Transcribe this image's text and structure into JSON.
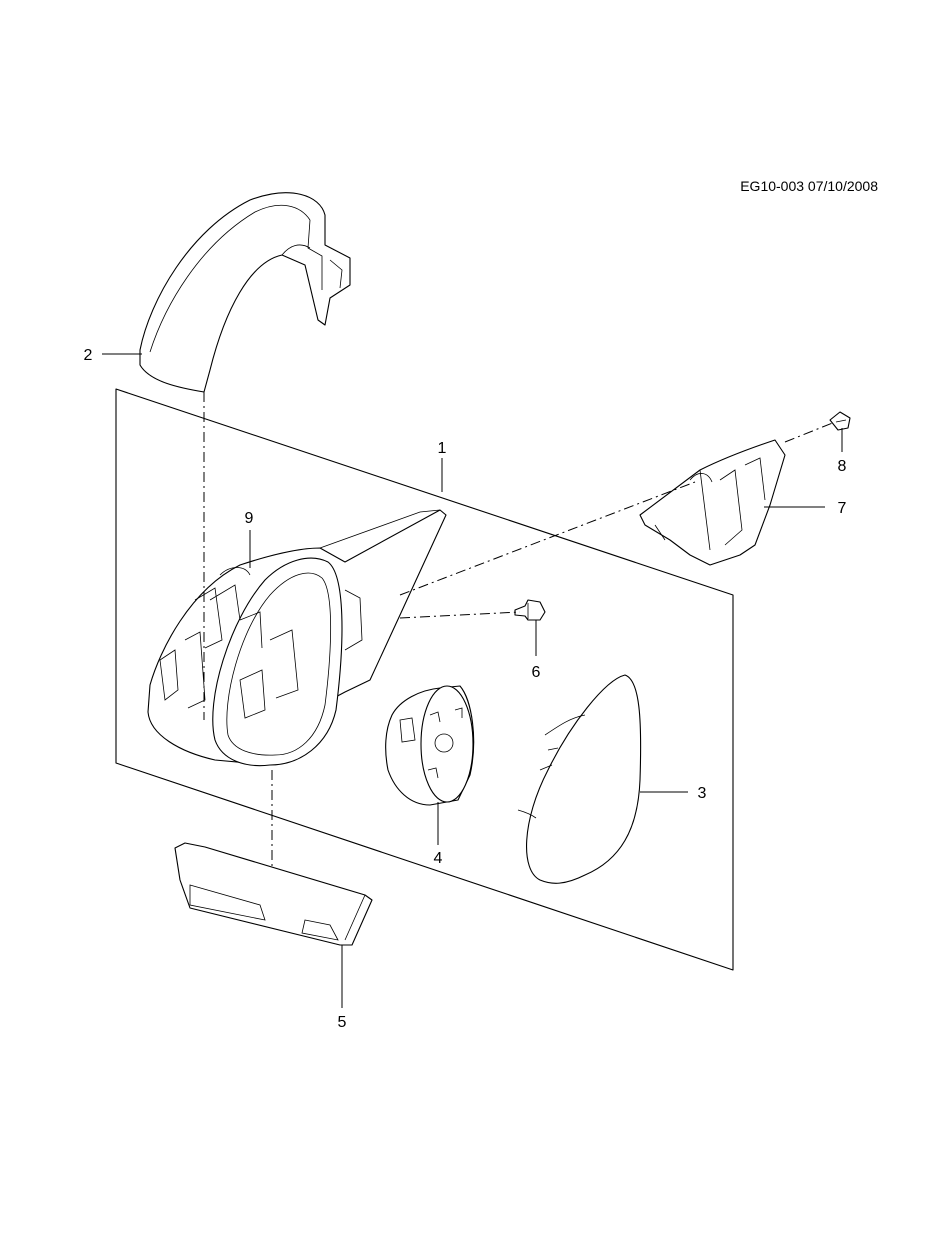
{
  "reference": {
    "code": "EG10-003 07/10/2008"
  },
  "callouts": {
    "c1": "1",
    "c2": "2",
    "c3": "3",
    "c4": "4",
    "c5": "5",
    "c6": "6",
    "c7": "7",
    "c8": "8",
    "c9": "9"
  }
}
